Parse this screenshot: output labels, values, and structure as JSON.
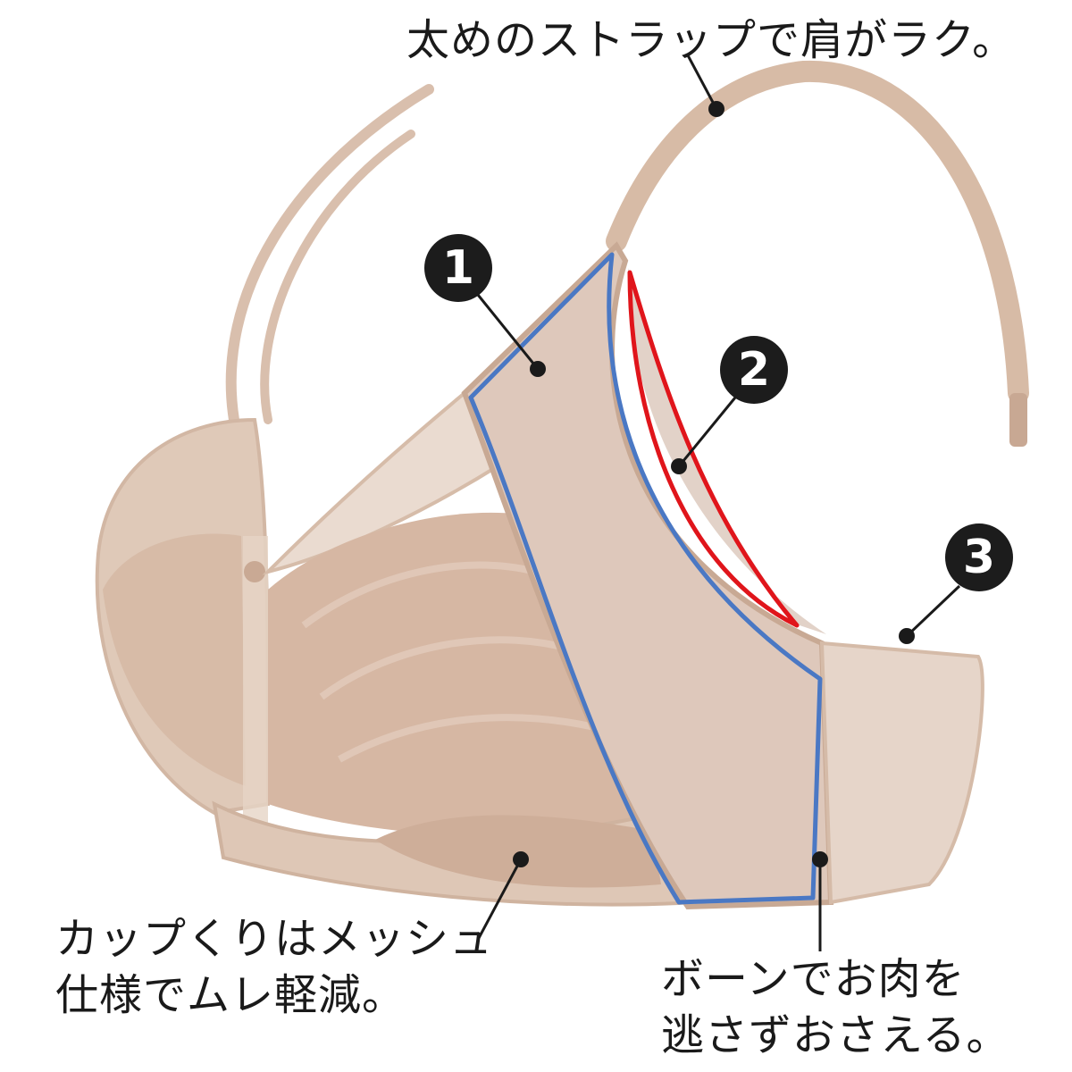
{
  "captions": {
    "strap": "太めのストラップで肩がラク。",
    "mesh_line1": "カップくりはメッシュ",
    "mesh_line2": "仕様でムレ軽減。",
    "bone_line1": "ボーンでお肉を",
    "bone_line2": "逃さずおさえる。"
  },
  "badges": [
    "1",
    "2",
    "3"
  ],
  "colors": {
    "background": "#ffffff",
    "fabric": "#dcc3b1",
    "panel": "#dfcabd",
    "lace": "#c9a995",
    "outline_blue": "#4a78c4",
    "outline_red": "#e0151b",
    "badge": "#1c1c1c",
    "leader": "#1a1a1a"
  }
}
